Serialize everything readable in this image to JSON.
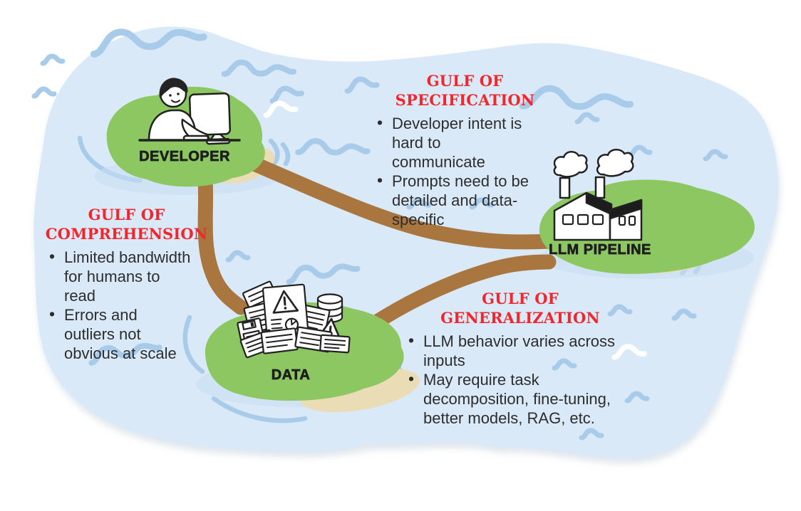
{
  "diagram": {
    "title_hint": "Three gulfs between developer, data and LLM pipeline (islands connected by bridges)",
    "islands": [
      {
        "id": "developer",
        "label": "DEVELOPER",
        "icon": "developer-at-computer-icon"
      },
      {
        "id": "llm-pipeline",
        "label": "LLM PIPELINE",
        "icon": "factory-icon"
      },
      {
        "id": "data",
        "label": "DATA",
        "icon": "data-pile-icon"
      }
    ],
    "gulfs": [
      {
        "id": "specification",
        "heading1": "GULF OF",
        "heading2": "SPECIFICATION",
        "bullets": [
          "Developer intent is hard to communicate",
          "Prompts need to be detailed and data-specific"
        ],
        "between": [
          "developer",
          "llm-pipeline"
        ]
      },
      {
        "id": "comprehension",
        "heading1": "GULF OF",
        "heading2": "COMPREHENSION",
        "bullets": [
          "Limited bandwidth for humans to read",
          "Errors and outliers not obvious at scale"
        ],
        "between": [
          "developer",
          "data"
        ]
      },
      {
        "id": "generalization",
        "heading1": "GULF OF",
        "heading2": "GENERALIZATION",
        "bullets": [
          "LLM behavior varies across inputs",
          "May require task decomposition, fine-tuning, better models, RAG, etc."
        ],
        "between": [
          "data",
          "llm-pipeline"
        ]
      }
    ],
    "bridges": [
      {
        "from": "developer",
        "to": "data"
      },
      {
        "from": "developer",
        "to": "llm-pipeline"
      },
      {
        "from": "data",
        "to": "llm-pipeline"
      }
    ],
    "colors": {
      "background": "#FFFFFF",
      "water": "#D9E9F8",
      "wave_blue": "#A9CBEA",
      "wave_white": "#FFFFFF",
      "island_green": "#8CC761",
      "sand": "#EADCB4",
      "bridge_brown": "#A8763E",
      "heading_red": "#F2262B",
      "body_text": "#2D2D2D",
      "label_black": "#1E1E1E",
      "outline_black": "#212121"
    }
  }
}
